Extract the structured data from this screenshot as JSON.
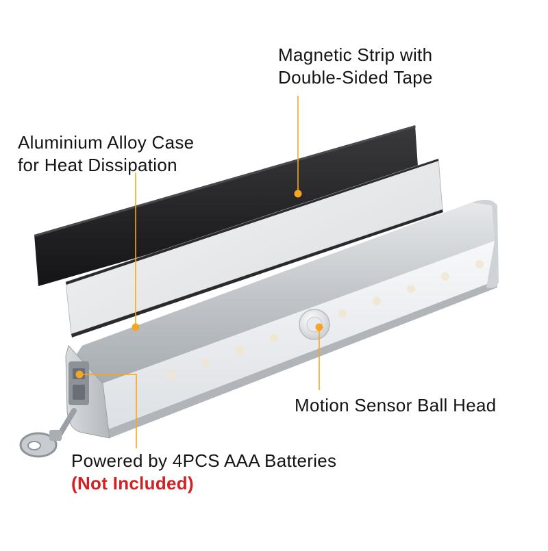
{
  "colors": {
    "accent": "#F5A623",
    "text": "#141414",
    "warning": "#D42020",
    "strip_dark": "#1F1F21",
    "tape_backing": "#E9EAEC",
    "aluminium": "#C9CDD1",
    "diffuser": "#EEF0F3"
  },
  "callouts": {
    "magnetic_strip": {
      "line1": "Magnetic Strip with",
      "line2": "Double-Sided Tape"
    },
    "alloy_case": {
      "line1": "Aluminium Alloy Case",
      "line2": "for Heat Dissipation"
    },
    "motion_sensor": {
      "line1": "Motion Sensor Ball Head"
    },
    "batteries": {
      "line1": "Powered by 4PCS AAA Batteries",
      "note": "(Not Included)"
    }
  },
  "icons": [
    "led-light-bar",
    "magnetic-strip",
    "tape-backing",
    "motion-sensor-dome",
    "battery-compartment",
    "keyring-clip"
  ]
}
